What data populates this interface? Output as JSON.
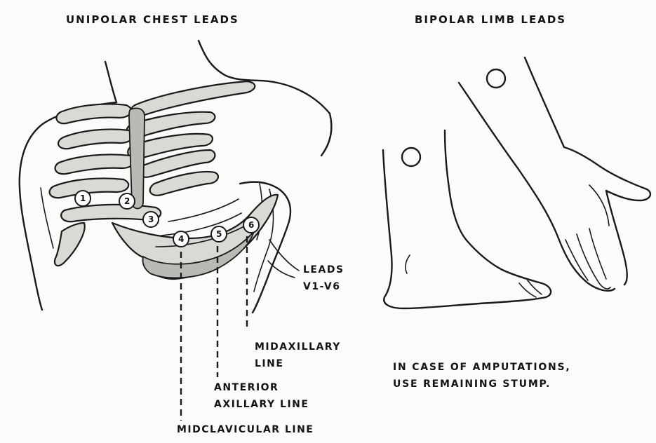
{
  "titles": {
    "chest": "UNIPOLAR CHEST LEADS",
    "limb": "BIPOLAR LIMB LEADS"
  },
  "electrodes": [
    {
      "label": "1"
    },
    {
      "label": "2"
    },
    {
      "label": "3"
    },
    {
      "label": "4"
    },
    {
      "label": "5"
    },
    {
      "label": "6"
    }
  ],
  "labels": {
    "leads_line1": "LEADS",
    "leads_line2": "V1-V6",
    "midaxillary_line1": "MIDAXILLARY",
    "midaxillary_line2": "LINE",
    "anterior_line1": "ANTERIOR",
    "anterior_line2": "AXILLARY LINE",
    "midclavicular": "MIDCLAVICULAR LINE"
  },
  "note": {
    "line1": "IN CASE OF AMPUTATIONS,",
    "line2": "USE REMAINING STUMP."
  }
}
